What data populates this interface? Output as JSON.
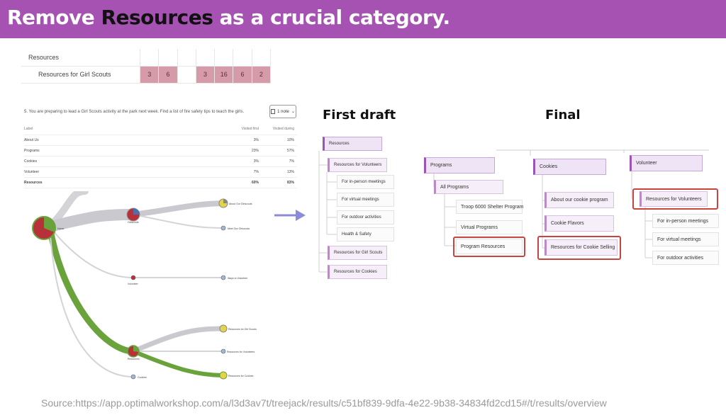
{
  "slide": {
    "title_prefix": "Remove ",
    "title_highlight": "Resources",
    "title_suffix": " as a crucial category.",
    "source": "Source:https://app.optimalworkshop.com/a/l3d3av7t/treejack/results/c51bf839-9dfa-4e22-9b38-34834fd2cd15#/t/results/overview"
  },
  "results_table": {
    "rows": [
      {
        "label": "Resources",
        "cells": [
          "",
          "",
          "",
          "",
          "",
          "",
          ""
        ]
      },
      {
        "label": "Resources for Girl Scouts",
        "cells": [
          "3",
          "6",
          "",
          "3",
          "16",
          "6",
          "2"
        ]
      }
    ]
  },
  "question": {
    "text": "5. You are preparing to lead a Girl Scouts activity at the park next week. Find a list of fire safety tips to teach the girls.",
    "note_button": "1 note",
    "headers": {
      "label": "Label",
      "visited_first": "Visited first",
      "visited_during": "Visited during"
    },
    "rows": [
      {
        "label": "About Us",
        "visited_first": "3%",
        "visited_during": "10%"
      },
      {
        "label": "Programs",
        "visited_first": "23%",
        "visited_during": "57%"
      },
      {
        "label": "Cookies",
        "visited_first": "3%",
        "visited_during": "7%"
      },
      {
        "label": "Volunteer",
        "visited_first": "7%",
        "visited_during": "13%"
      },
      {
        "label": "Resources",
        "visited_first": "60%",
        "visited_during": "83%"
      }
    ]
  },
  "pietree": {
    "labels": [
      "Home",
      "Girlscouts",
      "About Our Girlscouts",
      "Meet Our Girlscouts",
      "Volunteer",
      "Ways to Volunteer",
      "Resources",
      "Resources for Girl Scouts",
      "Resources for Volunteers",
      "Resources for Cookies",
      "Cookies"
    ],
    "colors": {
      "success": "#6aa33c",
      "fail": "#b8313a",
      "neutral": "#c9c9cf",
      "indirect": "#e3d44a"
    }
  },
  "first_draft": {
    "heading": "First draft",
    "nodes": [
      "Resources",
      "Resources for Volunteers",
      "For in-person meetings",
      "For virtual meetings",
      "For outdoor activities",
      "Health & Safety",
      "Resources for Girl Scouts",
      "Resources for Cookies"
    ]
  },
  "final": {
    "heading": "Final",
    "programs": [
      "Programs",
      "All Programs",
      "Troop 6000 Shelter Program",
      "Virtual Programs",
      "Program Resources"
    ],
    "cookies": [
      "Cookies",
      "About our cookie program",
      "Cookie Flavors",
      "Resources for Cookie Selling"
    ],
    "volunteer": [
      "Volunteer",
      "Resources for Volunteers",
      "For in-person meetings",
      "For virtual meetings",
      "For outdoor activities"
    ],
    "highlight_color": "#c9443f"
  }
}
